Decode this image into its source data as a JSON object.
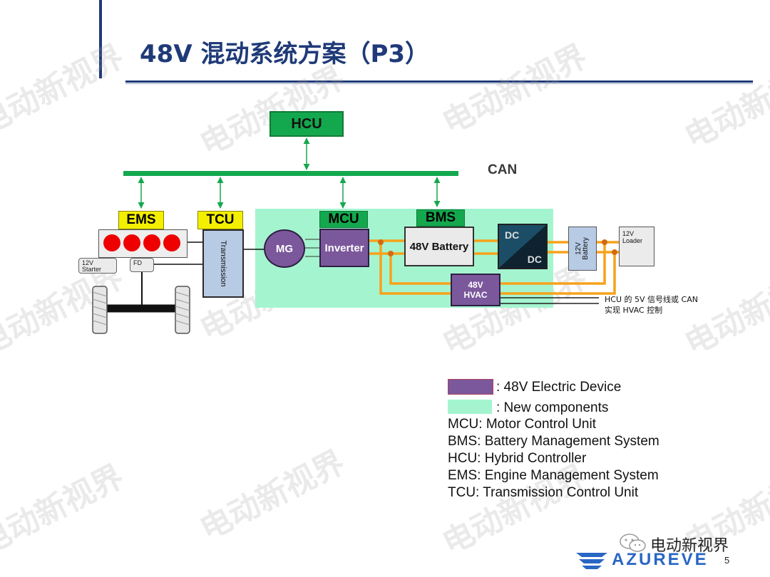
{
  "title": "48V 混动系统方案（P3）",
  "watermark": "电动新视界",
  "diagram": {
    "can_label": "CAN",
    "hcu": "HCU",
    "ems": "EMS",
    "tcu": "TCU",
    "mcu": "MCU",
    "bms": "BMS",
    "transmission": "Transmission",
    "starter": "12V\nStarter",
    "fd": "FD",
    "mg": "MG",
    "inverter": "Inverter",
    "battery_48v": "48V Battery",
    "dc_top": "DC",
    "dc_bottom": "DC",
    "battery_12v": "12V\nBattery",
    "loader_12v": "12V\nLoader",
    "hvac": "48V\nHVAC",
    "note_line_1": "HCU 的 5V  信号线或 CAN",
    "note_line_2": "实现 HVAC 控制"
  },
  "legend": {
    "electric_device": ": 48V Electric Device",
    "new_components": ": New components",
    "abbreviations": [
      "MCU: Motor Control Unit",
      "BMS: Battery Management System",
      "HCU: Hybrid Controller",
      "EMS: Engine Management System",
      "TCU: Transmission Control Unit"
    ]
  },
  "footer": {
    "wechat": "电动新视界",
    "brand": "AZUREVE",
    "page": "5"
  },
  "colors": {
    "title_blue": "#1F3A78",
    "bus_green": "#14A84E",
    "new_component_green": "#A4F5CF",
    "electric_device_purple": "#7B589B",
    "label_yellow": "#F4EE00",
    "wiring_orange": "#F7A21B",
    "brand_blue": "#2A66C4"
  }
}
